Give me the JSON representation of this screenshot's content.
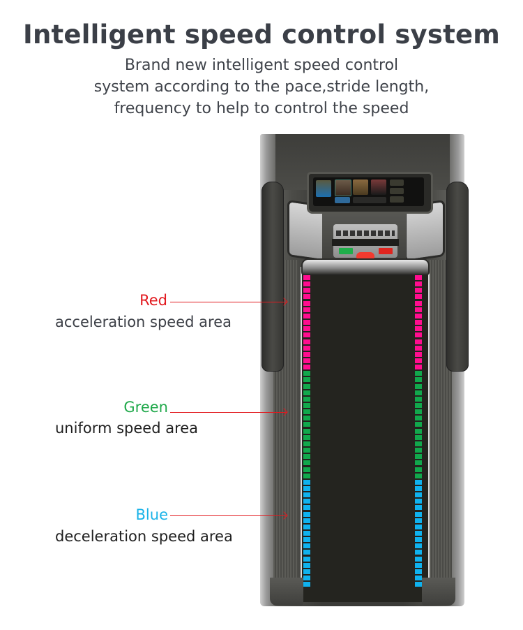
{
  "header": {
    "title": "Intelligent speed control system",
    "subtitle_lines": [
      "Brand new intelligent speed control",
      "system according to the pace,stride length,",
      "frequency to help to control the speed"
    ]
  },
  "zones": [
    {
      "color_name": "Red",
      "description": "acceleration speed area",
      "label_color": "#e2191f",
      "led_color": "#ff0d8f",
      "led_count": 15
    },
    {
      "color_name": "Green",
      "description": "uniform speed area",
      "label_color": "#1fa84a",
      "led_color": "#11a84c",
      "led_count": 17
    },
    {
      "color_name": "Blue",
      "description": "deceleration speed area",
      "label_color": "#1ab3e8",
      "led_color": "#0fb2ef",
      "led_count": 17
    }
  ],
  "arrow_color": "#e2191f",
  "image": {
    "subject": "treadmill top view with console touchscreen and LED belt-side strips",
    "icons": [
      "treadmill-illustration",
      "console-screen",
      "start-key",
      "stop-key",
      "emergency-stop-key"
    ]
  }
}
